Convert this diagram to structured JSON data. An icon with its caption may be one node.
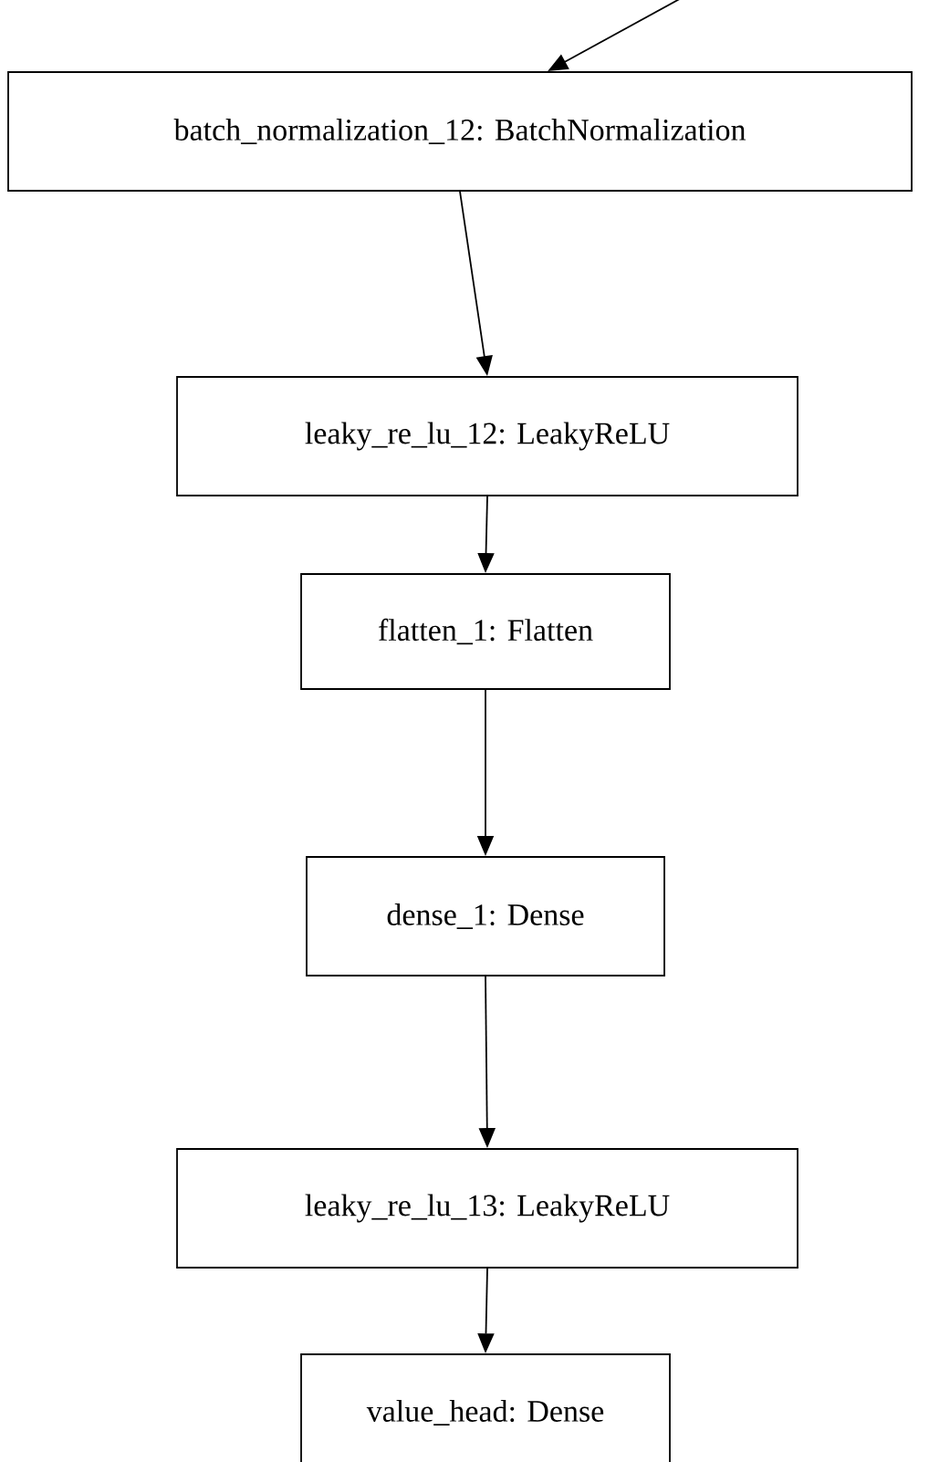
{
  "diagram": {
    "nodes": [
      {
        "text": [
          "batch_normalization_12: BatchNormalization"
        ]
      },
      {
        "text": [
          "leaky_re_lu_12: LeakyReLU"
        ]
      },
      {
        "text": [
          "flatten_1: Flatten"
        ]
      },
      {
        "text": [
          "dense_1: Dense"
        ]
      },
      {
        "text": [
          "leaky_re_lu_13: LeakyReLU"
        ]
      },
      {
        "text": [
          "value_head: Dense"
        ]
      }
    ],
    "edges": [
      {
        "from": null,
        "to": 0,
        "arrow": "to"
      },
      {
        "from": 0,
        "to": 1,
        "arrow": "to"
      },
      {
        "from": 1,
        "to": 2,
        "arrow": "to"
      },
      {
        "from": 2,
        "to": 3,
        "arrow": "to"
      },
      {
        "from": 3,
        "to": 4,
        "arrow": "to"
      },
      {
        "from": 4,
        "to": 5,
        "arrow": "to"
      }
    ]
  }
}
